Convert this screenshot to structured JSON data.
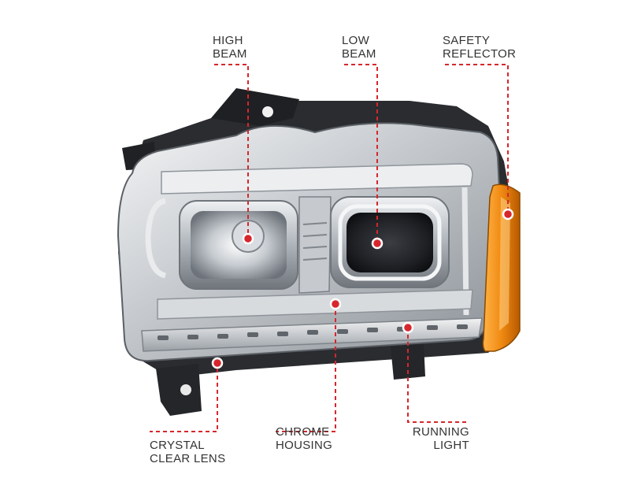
{
  "colors": {
    "accent": "#d7262c",
    "label_text": "#333333",
    "chrome": "#b9bec4",
    "amber": "#f08a12"
  },
  "callouts": {
    "high_beam": {
      "line1": "HIGH",
      "line2": "BEAM"
    },
    "low_beam": {
      "line1": "LOW",
      "line2": "BEAM"
    },
    "safety_reflector": {
      "line1": "SAFETY",
      "line2": "REFLECTOR"
    },
    "crystal_clear_lens": {
      "line1": "CRYSTAL",
      "line2": "CLEAR LENS"
    },
    "chrome_housing": {
      "line1": "CHROME",
      "line2": "HOUSING"
    },
    "running_light": {
      "line1": "RUNNING",
      "line2": "LIGHT"
    }
  }
}
